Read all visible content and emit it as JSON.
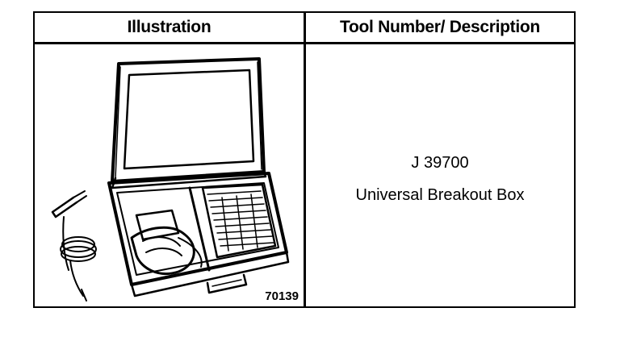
{
  "table": {
    "headers": [
      "Illustration",
      "Tool Number/ Description"
    ],
    "rows": [
      {
        "illustration": {
          "subject": "breakout-box-case-icon",
          "figure_number": "70139"
        },
        "tool_number": "J 39700",
        "description": "Universal Breakout Box"
      }
    ]
  }
}
